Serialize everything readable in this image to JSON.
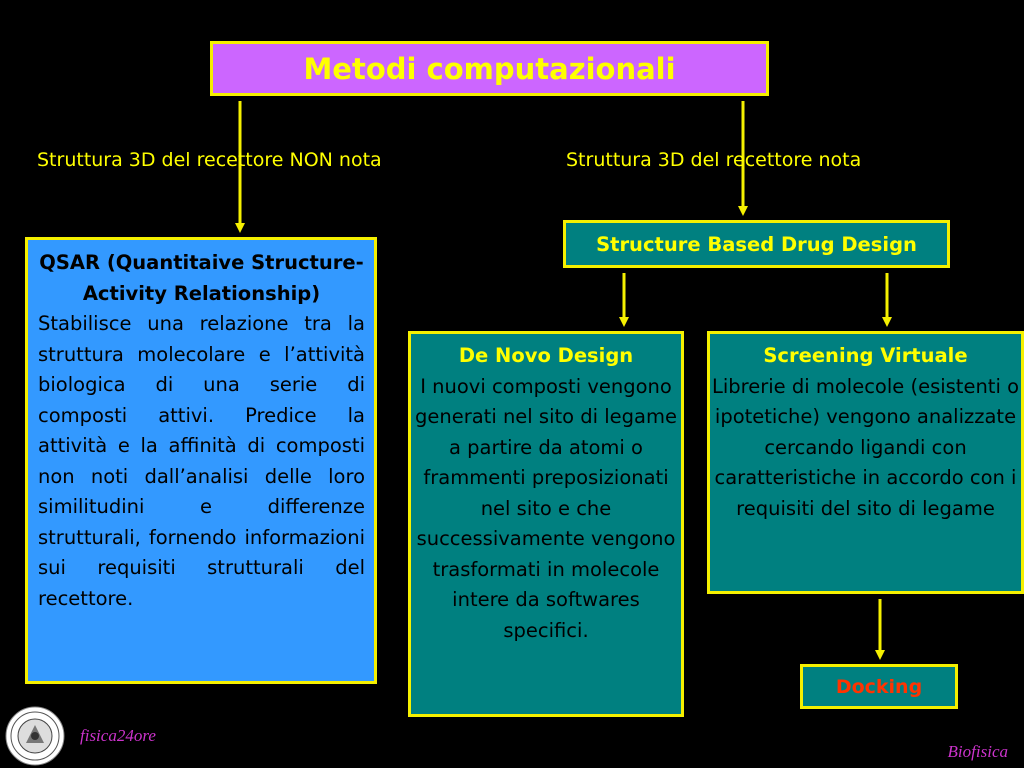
{
  "title": "Metodi computazionali",
  "branches": {
    "left_label": "Struttura 3D del recettore NON nota",
    "right_label": "Struttura 3D del recettore nota"
  },
  "qsar": {
    "heading": "QSAR (Quantitaive Structure-Activity Relationship)",
    "body": "Stabilisce una relazione tra la struttura molecolare e l’attività biologica di una serie di composti attivi. Predice la attività e la affinità di composti non noti dall’analisi delle loro similitudini e differenze strutturali, fornendo informazioni sui requisiti strutturali del recettore."
  },
  "sbdd": {
    "label": "Structure Based Drug Design"
  },
  "de_novo": {
    "heading": "De Novo Design",
    "body": "I nuovi composti vengono generati nel sito di legame a partire da atomi o frammenti preposizionati nel sito e che successivamente vengono trasformati in molecole intere da softwares specifici."
  },
  "screening": {
    "heading": "Screening Virtuale",
    "body": "Librerie di molecole (esistenti o ipotetiche) vengono analizzate cercando ligandi con caratteristiche in accordo con i requisiti del sito di legame"
  },
  "docking": {
    "label": "Docking"
  },
  "footer": {
    "left": "fisica24ore",
    "right": "Biofisica"
  },
  "colors": {
    "arrow": "#f5f000",
    "title_bg": "#cc66ff",
    "qsar_bg": "#3399ff",
    "teal_bg": "#008080",
    "footer": "#cc33cc",
    "docking_text": "#ff3300"
  },
  "icons": {
    "seal": "university-seal-icon"
  }
}
